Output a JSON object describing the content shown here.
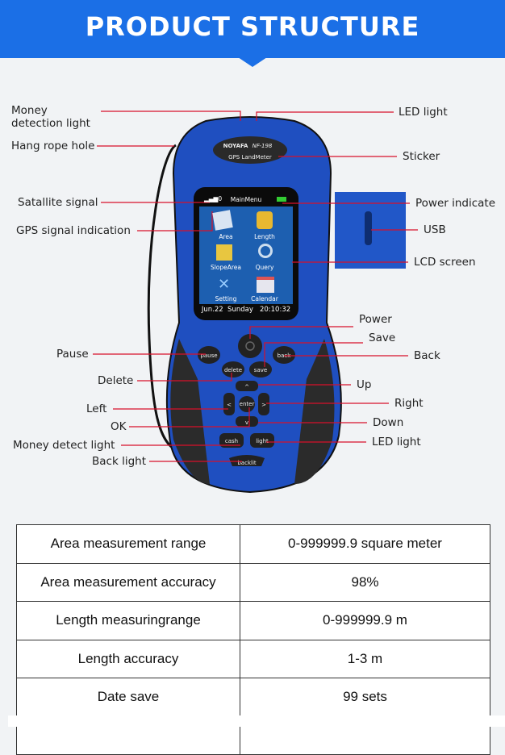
{
  "header": {
    "title": "PRODUCT STRUCTURE"
  },
  "device": {
    "brand": "NOYAFA",
    "model": "NF-198",
    "name": "GPS LandMeter",
    "screen": {
      "title": "MainMenu",
      "signal": "0",
      "apps": [
        "Area",
        "Length",
        "SlopeArea",
        "Query",
        "Setting",
        "Calendar"
      ],
      "status": "Jun.22  Sunday   20:10:32"
    },
    "buttons": {
      "pause": "pause",
      "back": "back",
      "delete": "delete",
      "save": "save",
      "enter": "enter",
      "cash": "cash",
      "light": "light",
      "backlit": "backlit"
    }
  },
  "labels": {
    "money_detection_light": "Money detection light",
    "led_light_top": "LED light",
    "hang_rope_hole": "Hang rope hole",
    "sticker": "Sticker",
    "satellite_signal": "Satallite signal",
    "power_indicate": "Power indicate",
    "gps_signal": "GPS signal indication",
    "usb": "USB",
    "lcd_screen": "LCD screen",
    "power": "Power",
    "save": "Save",
    "pause": "Pause",
    "back": "Back",
    "delete": "Delete",
    "up": "Up",
    "left": "Left",
    "right": "Right",
    "ok": "OK",
    "down": "Down",
    "money_detect_light": "Money detect light",
    "led_light": "LED light",
    "back_light": "Back light"
  },
  "specs": [
    {
      "name": "Area measurement range",
      "value": "0-999999.9 square meter"
    },
    {
      "name": "Area measurement accuracy",
      "value": "98%"
    },
    {
      "name": "Length measuringrange",
      "value": "0-999999.9 m"
    },
    {
      "name": "Length accuracy",
      "value": "1-3 m"
    },
    {
      "name": "Date save",
      "value": "99 sets"
    }
  ],
  "colors": {
    "accent": "#1b6fe6",
    "leader": "#d8102a"
  }
}
